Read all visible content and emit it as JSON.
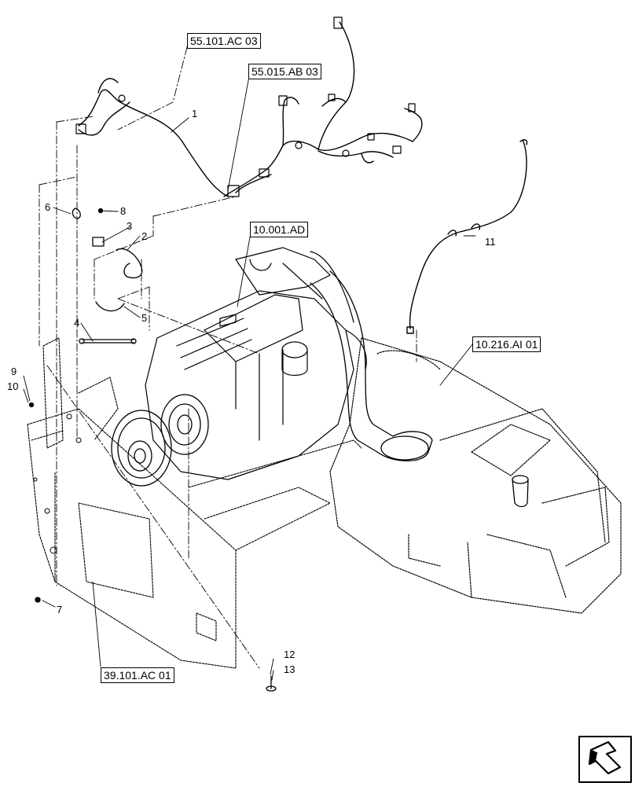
{
  "references": {
    "ref_55_101": "55.101.AC 03",
    "ref_55_015": "55.015.AB 03",
    "ref_10_001": "10.001.AD",
    "ref_10_216": "10.216.AI 01",
    "ref_39_101": "39.101.AC 01"
  },
  "callouts": {
    "c1": "1",
    "c2": "2",
    "c3": "3",
    "c4": "4",
    "c5": "5",
    "c6": "6",
    "c7": "7",
    "c8": "8",
    "c9": "9",
    "c10": "10",
    "c11": "11",
    "c12": "12",
    "c13": "13"
  },
  "icons": {
    "nav": "next-page-arrow-icon"
  },
  "colors": {
    "line": "#000000",
    "background": "#ffffff"
  }
}
